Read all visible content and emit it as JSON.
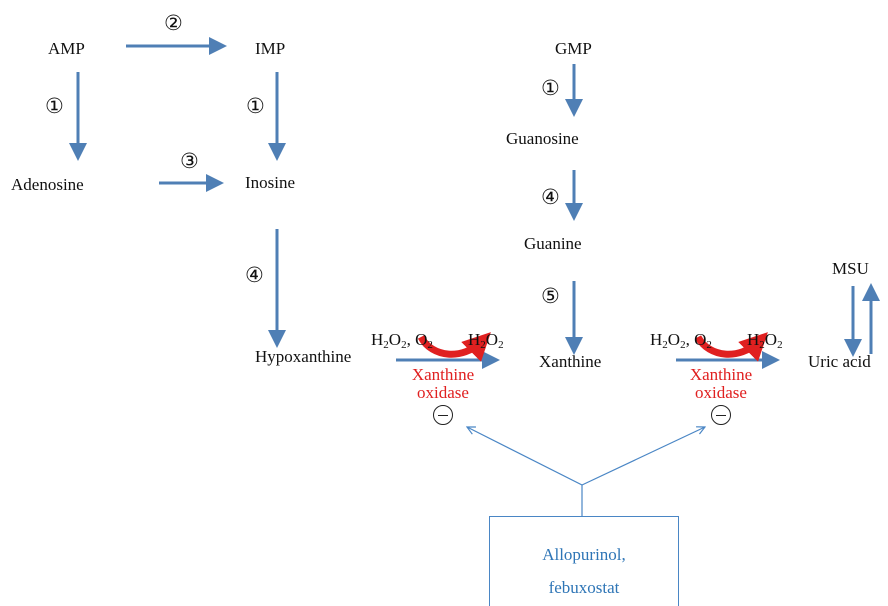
{
  "nodes": {
    "amp": "AMP",
    "imp": "IMP",
    "gmp": "GMP",
    "adenosine": "Adenosine",
    "inosine": "Inosine",
    "guanosine": "Guanosine",
    "guanine": "Guanine",
    "hypoxanthine": "Hypoxanthine",
    "xanthine": "Xanthine",
    "uric_acid": "Uric acid",
    "msu": "MSU"
  },
  "steps": {
    "s1": "①",
    "s2": "②",
    "s3": "③",
    "s4": "④",
    "s5": "⑤"
  },
  "reaction": {
    "enzyme_line1": "Xanthine",
    "enzyme_line2": "oxidase"
  },
  "inhibitor": {
    "line1": "Allopurinol,",
    "line2": "febuxostat"
  },
  "colors": {
    "arrow": "#4f7fb5",
    "enzyme": "#e02020",
    "curved_arrow": "#e02020",
    "inhibitor_text": "#2e75b6",
    "inhibitor_line": "#4a86c5"
  }
}
